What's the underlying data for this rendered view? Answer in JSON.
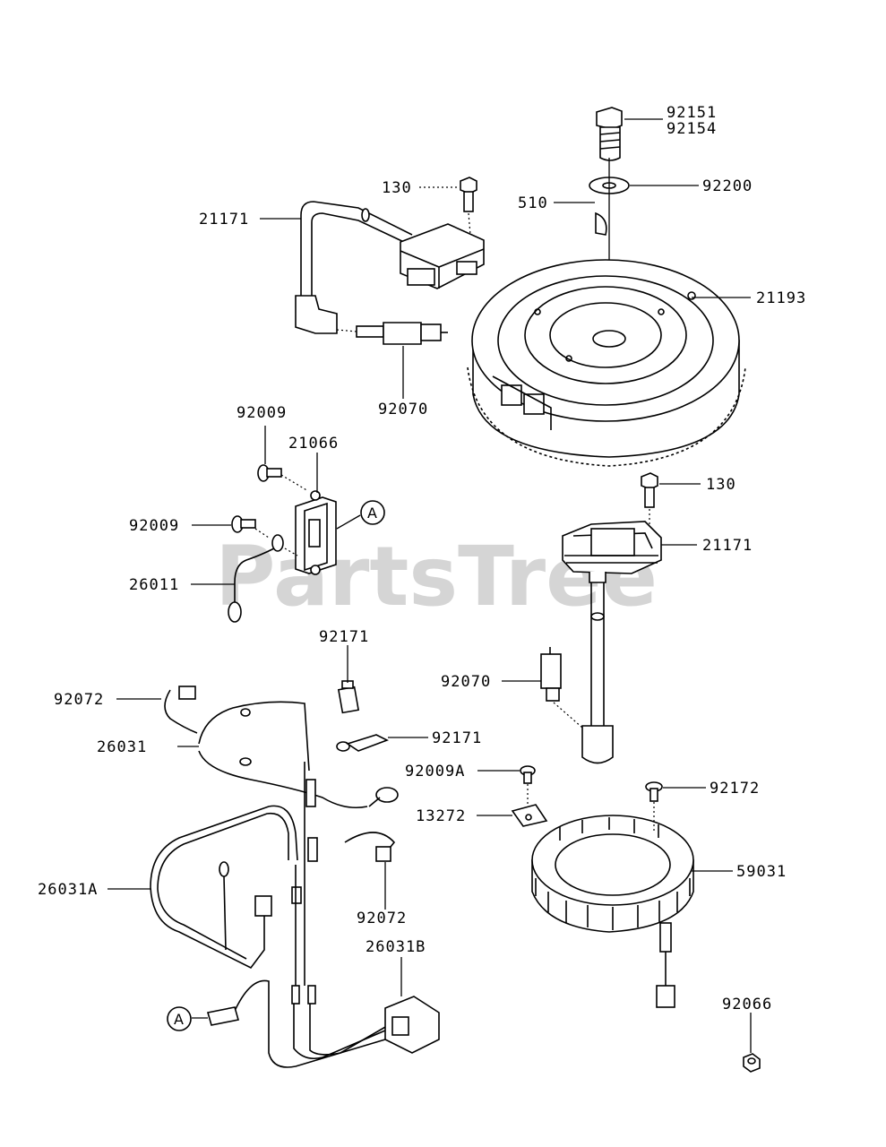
{
  "watermark": "PartsTree",
  "callout_ref": "A",
  "parts": {
    "p92151": "92151",
    "p92154": "92154",
    "p92200": "92200",
    "p510": "510",
    "p130_top": "130",
    "p21171_top": "21171",
    "p21193": "21193",
    "p92070_top": "92070",
    "p92009_top": "92009",
    "p21066": "21066",
    "p92009_mid": "92009",
    "p26011": "26011",
    "p130_mid": "130",
    "p21171_mid": "21171",
    "p92171_top": "92171",
    "p92070_mid": "92070",
    "p92072_left": "92072",
    "p26031": "26031",
    "p92171_mid": "92171",
    "p92009A": "92009A",
    "p92172": "92172",
    "p13272": "13272",
    "p59031": "59031",
    "p26031A": "26031A",
    "p92072_bottom": "92072",
    "p26031B": "26031B",
    "p92066": "92066"
  }
}
